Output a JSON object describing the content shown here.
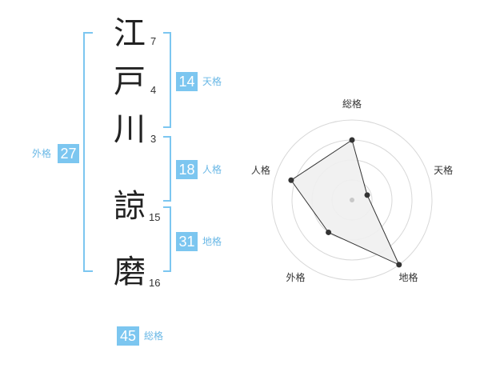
{
  "name": {
    "chars": [
      {
        "char": "江",
        "strokes": "7"
      },
      {
        "char": "戸",
        "strokes": "4"
      },
      {
        "char": "川",
        "strokes": "3"
      },
      {
        "char": "諒",
        "strokes": "15"
      },
      {
        "char": "磨",
        "strokes": "16"
      }
    ]
  },
  "kaku": {
    "tenkaku": {
      "value": "14",
      "label": "天格"
    },
    "jinkaku": {
      "value": "18",
      "label": "人格"
    },
    "chikaku": {
      "value": "31",
      "label": "地格"
    },
    "gaikaku": {
      "value": "27",
      "label": "外格"
    },
    "soukaku": {
      "value": "45",
      "label": "総格"
    }
  },
  "chart_data": {
    "type": "radar",
    "axes": [
      "総格",
      "天格",
      "地格",
      "外格",
      "人格"
    ],
    "values": [
      0.75,
      0.2,
      1.0,
      0.5,
      0.8
    ],
    "range": [
      0,
      1
    ],
    "rings": 4,
    "colors": {
      "fill": "#f0f0f0",
      "line": "#333333",
      "ring": "#d8d8d8",
      "point": "#333333",
      "center": "#c8c8c8"
    }
  },
  "colors": {
    "accent": "#7cc6f0"
  }
}
